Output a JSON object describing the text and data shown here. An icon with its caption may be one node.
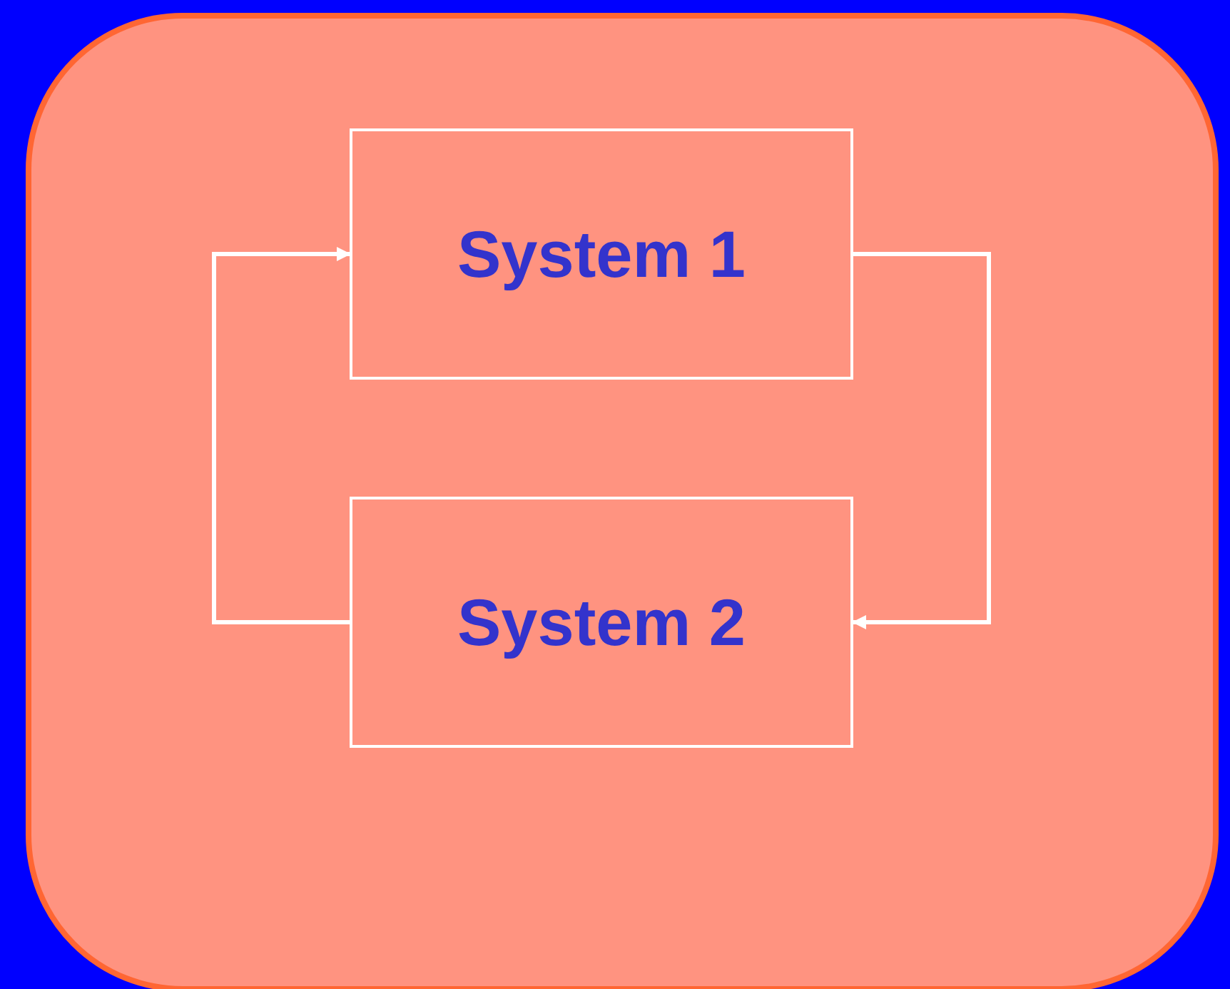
{
  "diagram": {
    "nodes": [
      {
        "text": [
          "System 1"
        ]
      },
      {
        "text": [
          "System 2"
        ]
      }
    ],
    "edges": [
      {
        "from": 0,
        "to": 1,
        "arrow": "to"
      },
      {
        "from": 1,
        "to": 0,
        "arrow": "to"
      }
    ]
  }
}
